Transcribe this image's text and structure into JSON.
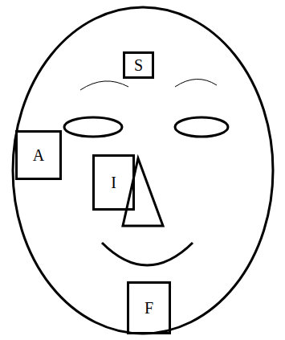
{
  "diagram": {
    "nodes": [
      {
        "text": [
          "S"
        ]
      },
      {
        "text": [
          "A"
        ]
      },
      {
        "text": [
          "I"
        ]
      },
      {
        "text": [
          "F"
        ]
      }
    ]
  }
}
